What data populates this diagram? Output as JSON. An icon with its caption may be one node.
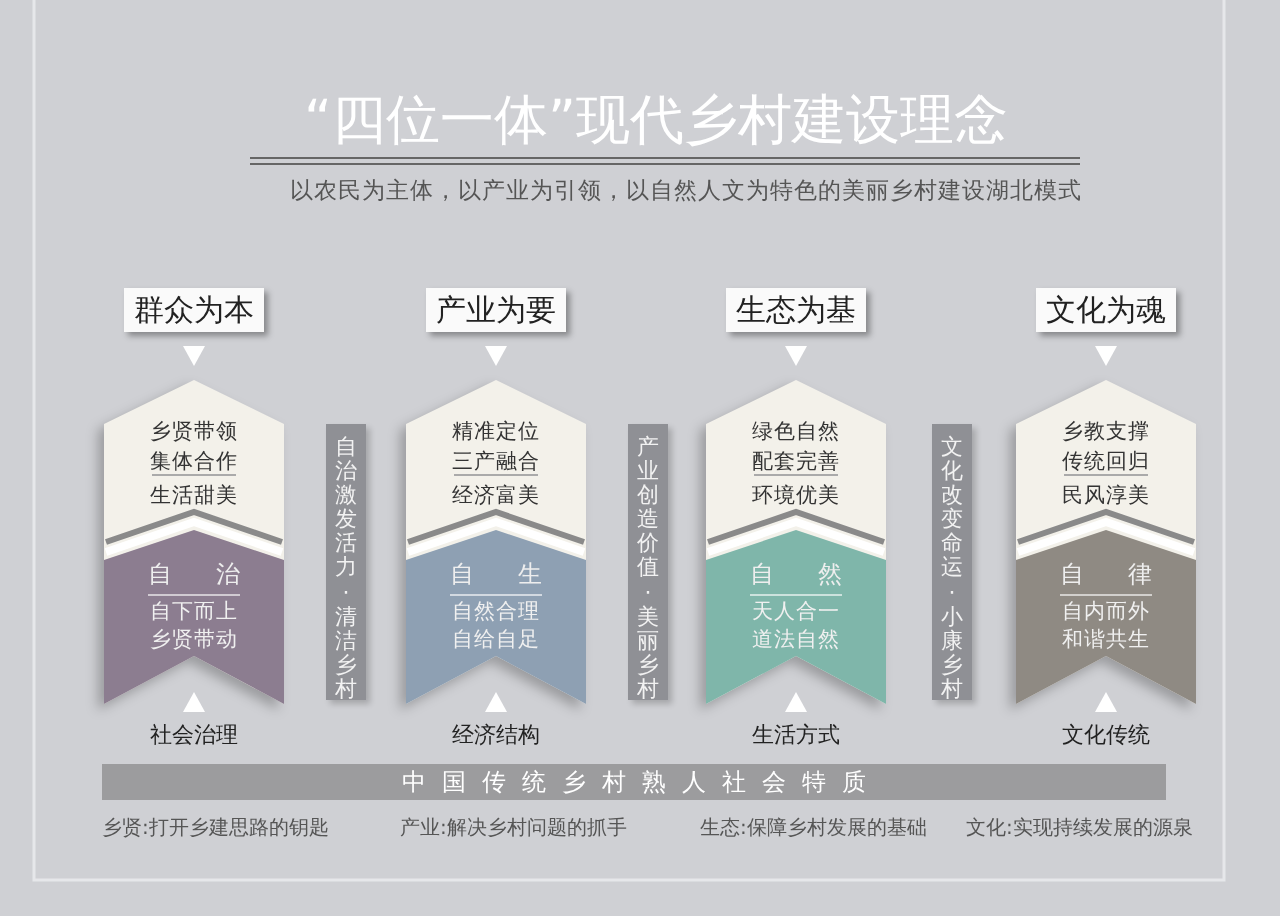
{
  "diagram": {
    "title": "“四位一体”现代乡村建设理念",
    "nodes": [
      {
        "text": [
          "群众为本"
        ]
      },
      {
        "text": [
          "产业为要"
        ]
      },
      {
        "text": [
          "生态为基"
        ]
      },
      {
        "text": [
          "文化为魂"
        ]
      },
      {
        "text": [
          "乡贤带领集体合作",
          "生活甜美"
        ]
      },
      {
        "text": [
          "自治",
          "自下而上乡贤带动"
        ],
        "in": 4
      },
      {
        "text": [
          "精准定位三产融合",
          "经济富美"
        ]
      },
      {
        "text": [
          "自生",
          "自然合理自给自足"
        ],
        "in": 6
      },
      {
        "text": [
          "绿色自然配套完善",
          "环境优美"
        ]
      },
      {
        "text": [
          "自然",
          "天人合一道法自然"
        ],
        "in": 8
      },
      {
        "text": [
          "乡教支撑传统回归",
          "民风淳美"
        ]
      },
      {
        "text": [
          "自律",
          "自内而外和谐共生"
        ],
        "in": 10
      },
      {
        "text": [
          "自治激发活力·清洁乡村"
        ]
      },
      {
        "text": [
          "产业创造价值·美丽乡村"
        ]
      },
      {
        "text": [
          "文化改变命运·小康乡村"
        ]
      },
      {
        "text": [
          "社会治理"
        ]
      },
      {
        "text": [
          "经济结构"
        ]
      },
      {
        "text": [
          "生活方式"
        ]
      },
      {
        "text": [
          "文化传统"
        ]
      },
      {
        "text": [
          "中国传统乡村熟人社会特质"
        ]
      }
    ],
    "edges": [
      {
        "from": 0,
        "to": 4,
        "arrow": "to"
      },
      {
        "from": 1,
        "to": 6,
        "arrow": "to"
      },
      {
        "from": 2,
        "to": 8,
        "arrow": "to"
      },
      {
        "from": 3,
        "to": 10,
        "arrow": "to"
      },
      {
        "from": 15,
        "to": 5,
        "arrow": "to"
      },
      {
        "from": 16,
        "to": 7,
        "arrow": "to"
      },
      {
        "from": 17,
        "to": 9,
        "arrow": "to"
      },
      {
        "from": 18,
        "to": 11,
        "arrow": "to"
      }
    ],
    "labels": [
      "以农民为主体，以产业为引领，以自然人文为特色的美丽乡村建设湖北模式",
      "乡贤:打开乡建思路的钥匙",
      "产业:解决乡村问题的抓手",
      "生态:保障乡村发展的基础",
      "文化:实现持续发展的源泉"
    ]
  }
}
